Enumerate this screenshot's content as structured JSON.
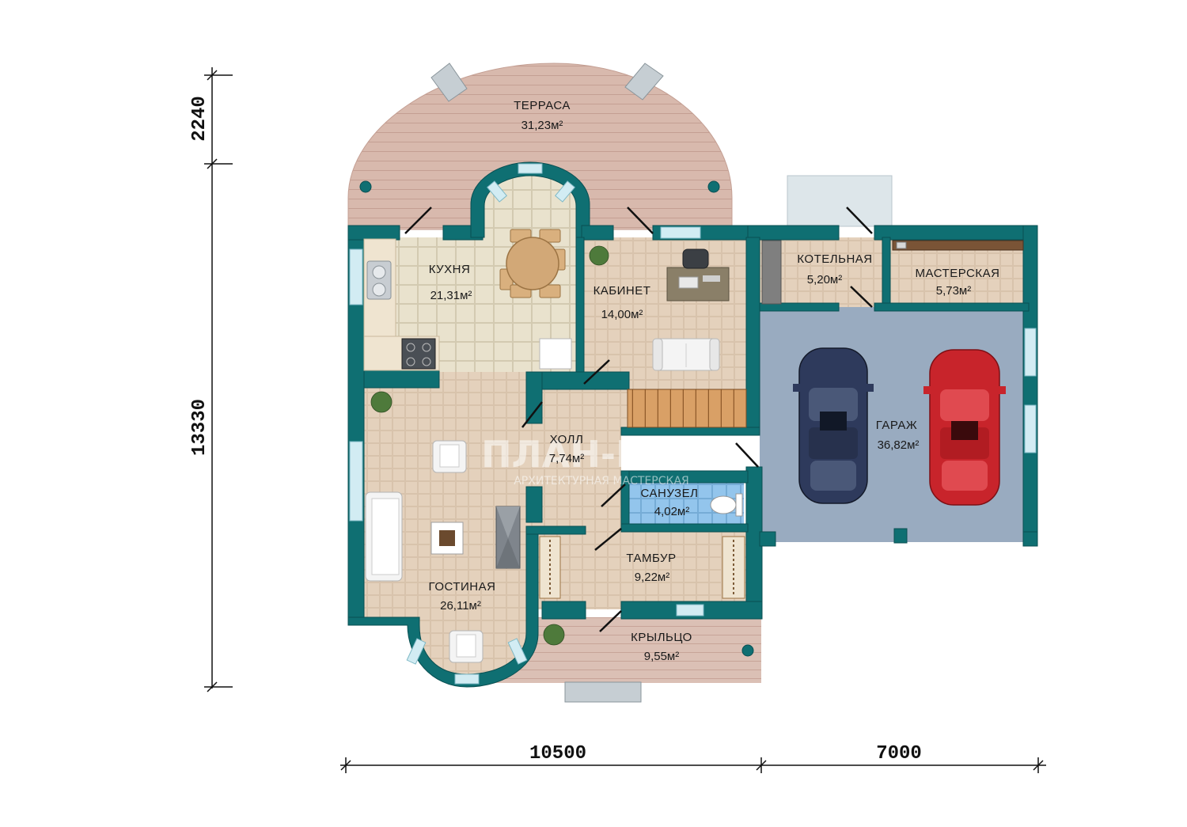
{
  "dimensions": {
    "bottom_left": "10500",
    "bottom_right": "7000",
    "left_top": "2240",
    "left_main": "13330"
  },
  "rooms": {
    "terrace": {
      "name": "ТЕРРАСА",
      "area": "31,23м²"
    },
    "kitchen": {
      "name": "КУХНЯ",
      "area": "21,31м²"
    },
    "office": {
      "name": "КАБИНЕТ",
      "area": "14,00м²"
    },
    "boiler": {
      "name": "КОТЕЛЬНАЯ",
      "area": "5,20м²"
    },
    "workshop": {
      "name": "МАСТЕРСКАЯ",
      "area": "5,73м²"
    },
    "garage": {
      "name": "ГАРАЖ",
      "area": "36,82м²"
    },
    "hall": {
      "name": "ХОЛЛ",
      "area": "7,74м²"
    },
    "bathroom": {
      "name": "САНУЗЕЛ",
      "area": "4,02м²"
    },
    "vestibule": {
      "name": "ТАМБУР",
      "area": "9,22м²"
    },
    "living": {
      "name": "ГОСТИНАЯ",
      "area": "26,11м²"
    },
    "porch": {
      "name": "КРЫЛЬЦО",
      "area": "9,55м²"
    }
  },
  "watermark": {
    "title": "ПЛАН-ВЕРС",
    "subtitle": "АРХИТЕКТУРНАЯ МАСТЕРСКАЯ"
  },
  "colors": {
    "wall": "#0f6f72",
    "wall_edge": "#0a4f52",
    "terrace": "#d6b5aa",
    "tile": "#e6dfc9",
    "wood": "#e2cdb4",
    "garage": "#98abc0",
    "bath": "#8fc2ea",
    "window": "#cde9f0",
    "car_blue": "#2e3a5c",
    "car_red": "#c8242b"
  }
}
